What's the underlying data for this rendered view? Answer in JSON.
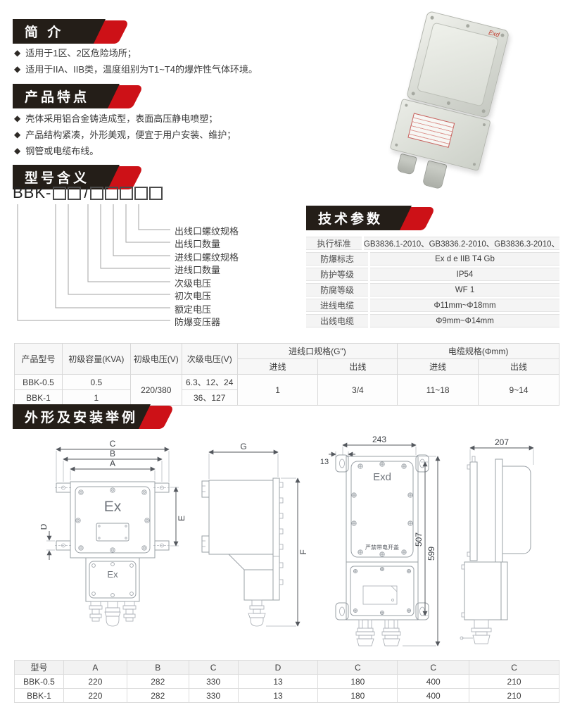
{
  "ui": {
    "bullet": "◆"
  },
  "intro": {
    "title": "简 介",
    "bullets": [
      "适用于1区、2区危险场所；",
      "适用于IIA、IIB类，温度组别为T1~T4的爆炸性气体环境。"
    ]
  },
  "features": {
    "title": "产品特点",
    "bullets": [
      "壳体采用铝合金铸造成型，表面高压静电喷塑；",
      "产品结构紧凑，外形美观，便宜于用户安装、维护；",
      "钢管或电缆布线。"
    ]
  },
  "model": {
    "title": "型号含义",
    "prefix": "BBK-",
    "slash": "/",
    "labels": [
      "出线口螺纹规格",
      "出线口数量",
      "进线口螺纹规格",
      "进线口数量",
      "次级电压",
      "初次电压",
      "额定电压",
      "防爆变压器"
    ]
  },
  "photo": {
    "badge": "Exd"
  },
  "tech": {
    "title": "技术参数",
    "rows": [
      {
        "label": "执行标准",
        "value": "GB3836.1-2010、GB3836.2-2010、GB3836.3-2010、"
      },
      {
        "label": "防爆标志",
        "value": "Ex d e IIB T4 Gb"
      },
      {
        "label": "防护等级",
        "value": "IP54"
      },
      {
        "label": "防腐等级",
        "value": "WF 1"
      },
      {
        "label": "进线电缆",
        "value": "Φ11mm~Φ18mm"
      },
      {
        "label": "出线电缆",
        "value": "Φ9mm~Φ14mm"
      }
    ]
  },
  "spec_table": {
    "col_model": "产品型号",
    "col_capacity": "初级容量(KVA)",
    "col_primary": "初级电压(V)",
    "col_secondary": "次级电压(V)",
    "group_inlet": "进线口规格(G\")",
    "group_cable": "电缆规格(Φmm)",
    "sub_in": "进线",
    "sub_out": "出线",
    "r1": {
      "model": "BBK-0.5",
      "capacity": "0.5",
      "secondary": "6.3、12、24"
    },
    "r2": {
      "model": "BBK-1",
      "capacity": "1",
      "secondary": "36、127"
    },
    "shared": {
      "primary": "220/380",
      "inlet_in": "1",
      "inlet_out": "3/4",
      "cable_in": "11~18",
      "cable_out": "9~14"
    }
  },
  "outline": {
    "title": "外形及安装举例"
  },
  "drawings": {
    "d1": {
      "dim_c": "C",
      "dim_b": "B",
      "dim_a": "A",
      "dim_e": "E",
      "dim_d": "D",
      "label_main": "Ex",
      "label_sub": "Ex"
    },
    "d2": {
      "dim_g": "G",
      "dim_f": "F"
    },
    "d3": {
      "dim_width": "243",
      "dim_ear": "13",
      "label": "Exd",
      "warning": "严禁带电开盖",
      "dim_mount": "507",
      "dim_total": "599"
    },
    "d4": {
      "dim_depth": "207"
    }
  },
  "dim_table": {
    "headers": [
      "型号",
      "A",
      "B",
      "C",
      "D",
      "C",
      "C",
      "C"
    ],
    "rows": [
      [
        "BBK-0.5",
        "220",
        "282",
        "330",
        "13",
        "180",
        "400",
        "210"
      ],
      [
        "BBK-1",
        "220",
        "282",
        "330",
        "13",
        "180",
        "400",
        "210"
      ]
    ]
  }
}
